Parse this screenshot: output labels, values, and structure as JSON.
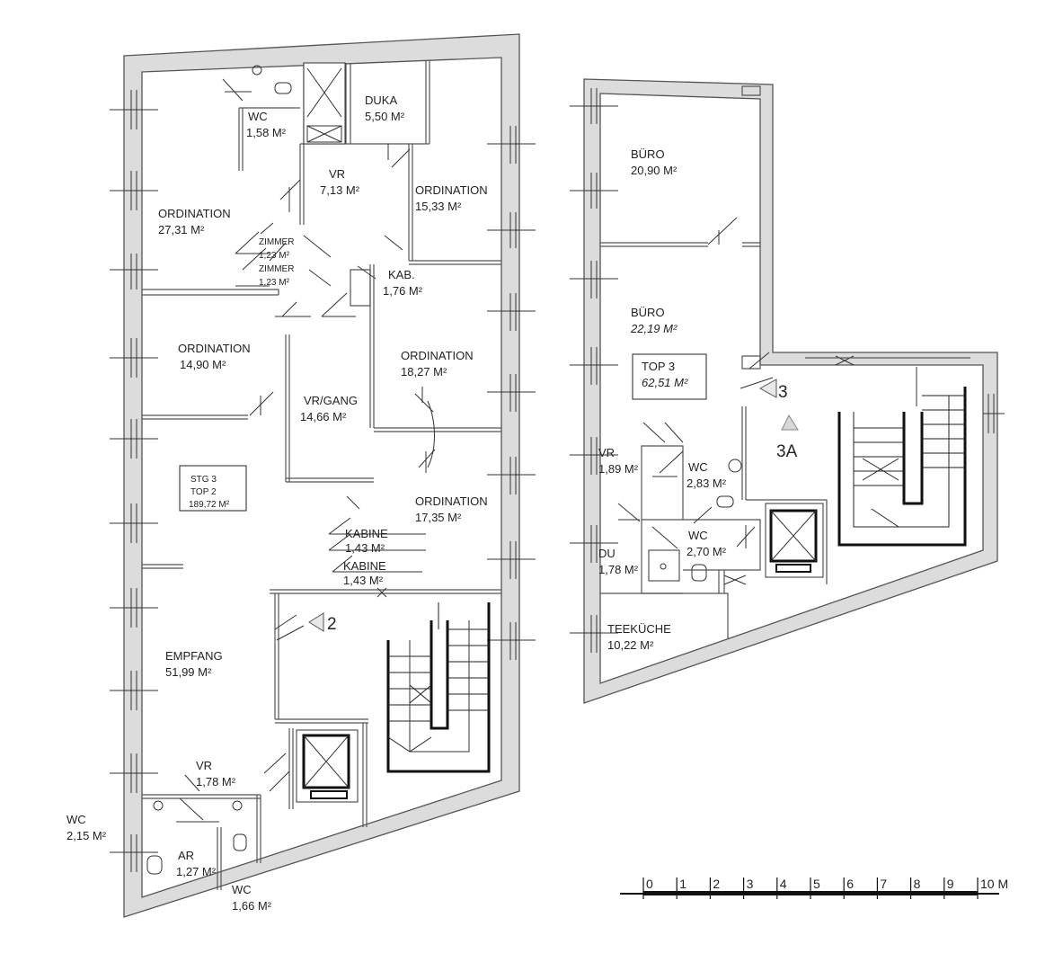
{
  "rooms_left": [
    {
      "name": "WC",
      "area": "1,58 M²"
    },
    {
      "name": "DUKA",
      "area": "5,50 M²"
    },
    {
      "name": "VR",
      "area": "7,13 M²"
    },
    {
      "name": "ORDINATION",
      "area": "27,31 M²"
    },
    {
      "name": "ORDINATION",
      "area": "15,33 M²"
    },
    {
      "name": "ZIMMER",
      "area": "1,23 M²"
    },
    {
      "name": "ZIMMER",
      "area": "1,23 M²"
    },
    {
      "name": "KAB.",
      "area": "1,76 M²"
    },
    {
      "name": "ORDINATION",
      "area": "14,90 M²"
    },
    {
      "name": "VR/GANG",
      "area": "14,66 M²"
    },
    {
      "name": "ORDINATION",
      "area": "18,27 M²"
    },
    {
      "name": "ORDINATION",
      "area": "17,35 M²"
    },
    {
      "name": "KABINE",
      "area": "1,43 M²"
    },
    {
      "name": "KABINE",
      "area": "1,43 M²"
    },
    {
      "name": "EMPFANG",
      "area": "51,99 M²"
    },
    {
      "name": "VR",
      "area": "1,78 M²"
    },
    {
      "name": "WC",
      "area": "2,15 M²"
    },
    {
      "name": "AR",
      "area": "1,27 M²"
    },
    {
      "name": "WC",
      "area": "1,66 M²"
    }
  ],
  "unit_left": {
    "line1": "STG 3",
    "line2": "TOP 2",
    "line3": "189,72 M²"
  },
  "stair_left_label": "2",
  "rooms_right": [
    {
      "name": "BÜRO",
      "area": "20,90 M²"
    },
    {
      "name": "BÜRO",
      "area": "22,19 M²"
    },
    {
      "name": "VR",
      "area": "1,89 M²"
    },
    {
      "name": "WC",
      "area": "2,83 M²"
    },
    {
      "name": "WC",
      "area": "2,70 M²"
    },
    {
      "name": "DU",
      "area": "1,78 M²"
    },
    {
      "name": "TEEKÜCHE",
      "area": "10,22 M²"
    }
  ],
  "unit_right": {
    "line1": "TOP 3",
    "line2": "62,51 M²"
  },
  "stair_right_label": "3",
  "stair_right_sublabel": "3A",
  "scale": {
    "ticks": [
      "0",
      "1",
      "2",
      "3",
      "4",
      "5",
      "6",
      "7",
      "8",
      "9",
      "10 M"
    ]
  }
}
